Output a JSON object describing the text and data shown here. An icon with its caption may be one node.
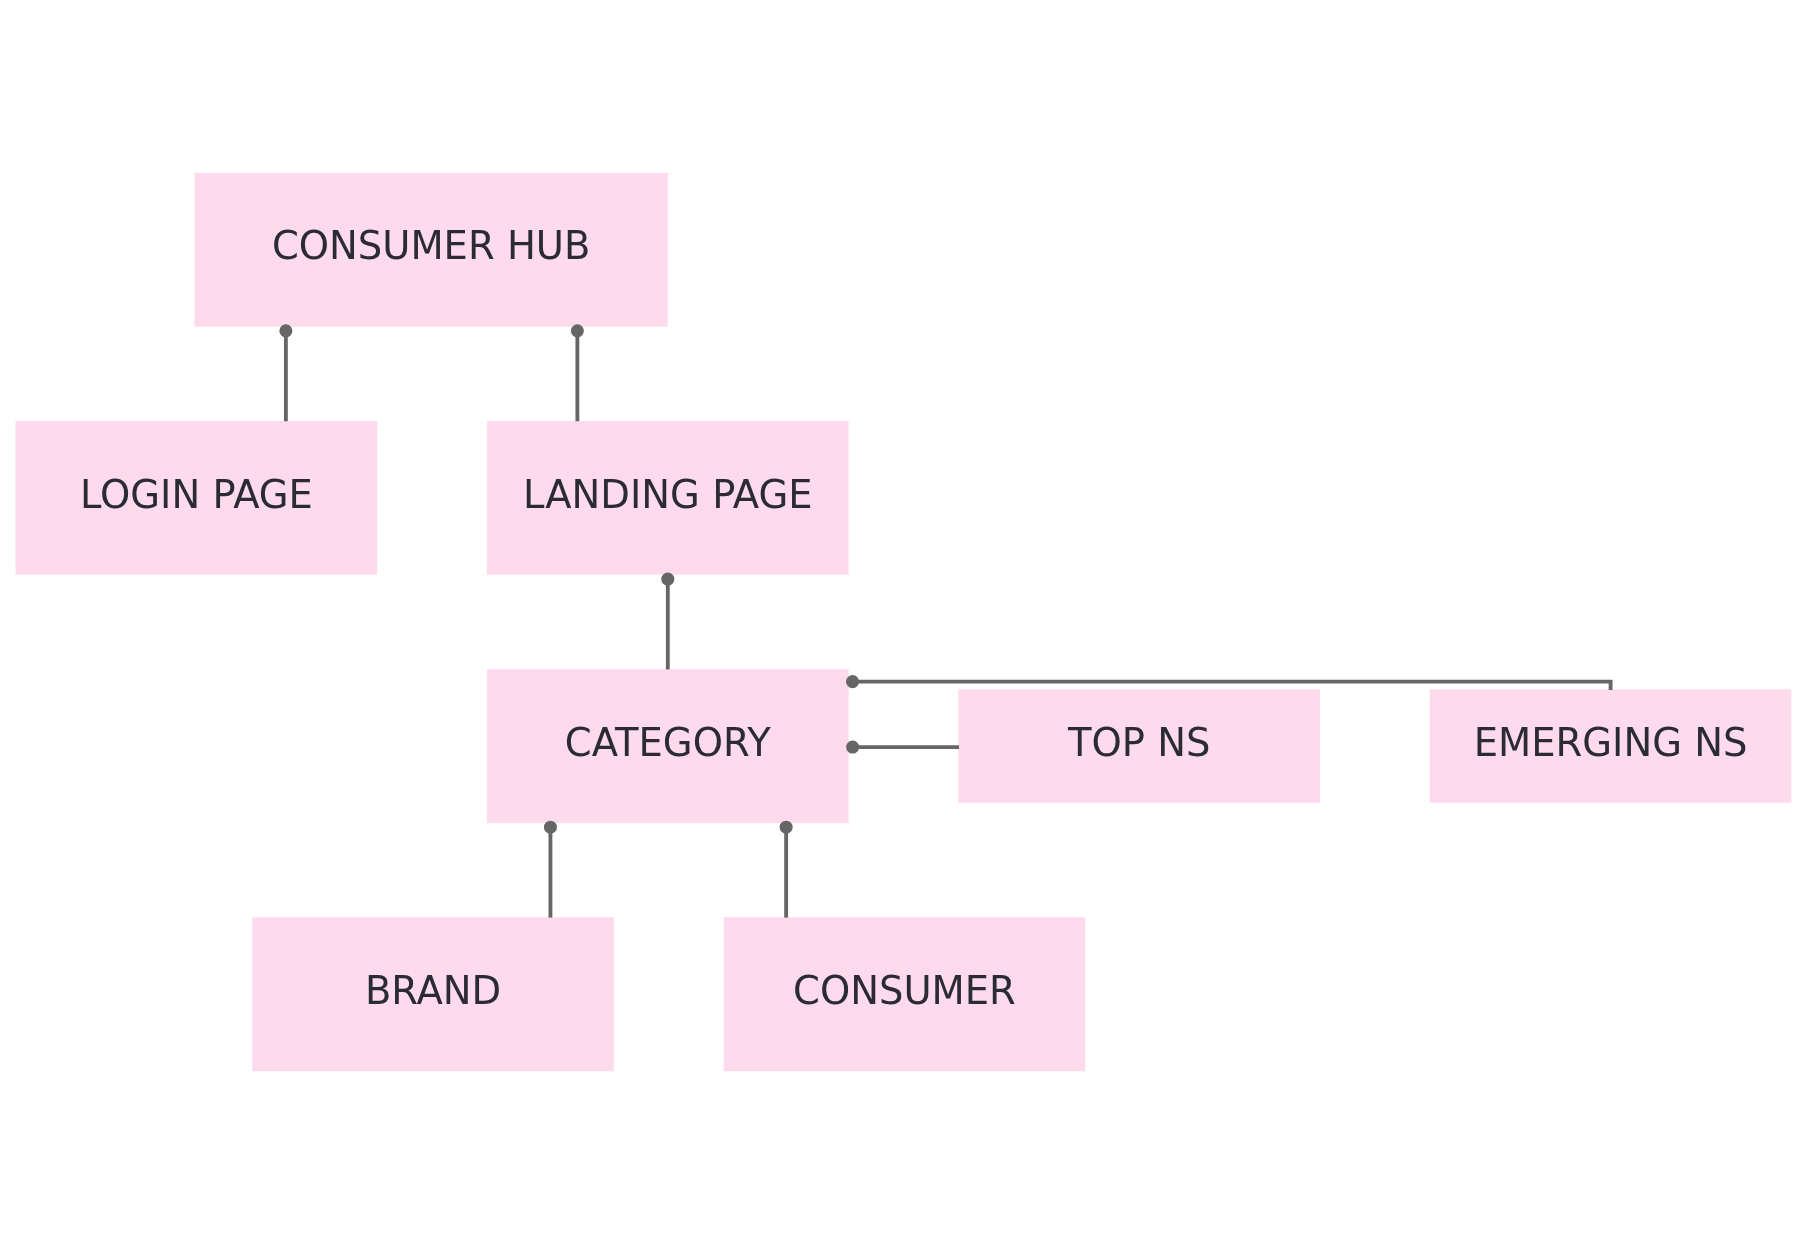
{
  "diagram": {
    "nodes": [
      {
        "text": [
          "CONSUMER HUB"
        ]
      },
      {
        "text": [
          "LOGIN PAGE"
        ]
      },
      {
        "text": [
          "LANDING PAGE"
        ]
      },
      {
        "text": [
          "CATEGORY"
        ]
      },
      {
        "text": [
          "EMERGING NS"
        ]
      },
      {
        "text": [
          "TOP NS"
        ]
      },
      {
        "text": [
          "BRAND"
        ]
      },
      {
        "text": [
          "CONSUMER"
        ]
      }
    ],
    "edges": [
      {
        "from": 0,
        "to": 1,
        "arrow": "other"
      },
      {
        "from": 0,
        "to": 2,
        "arrow": "other"
      },
      {
        "from": 2,
        "to": 3,
        "arrow": "other"
      },
      {
        "from": 3,
        "to": 4,
        "arrow": "other"
      },
      {
        "from": 3,
        "to": 5,
        "arrow": "other"
      },
      {
        "from": 3,
        "to": 6,
        "arrow": "other"
      },
      {
        "from": 3,
        "to": 7,
        "arrow": "other"
      }
    ]
  }
}
